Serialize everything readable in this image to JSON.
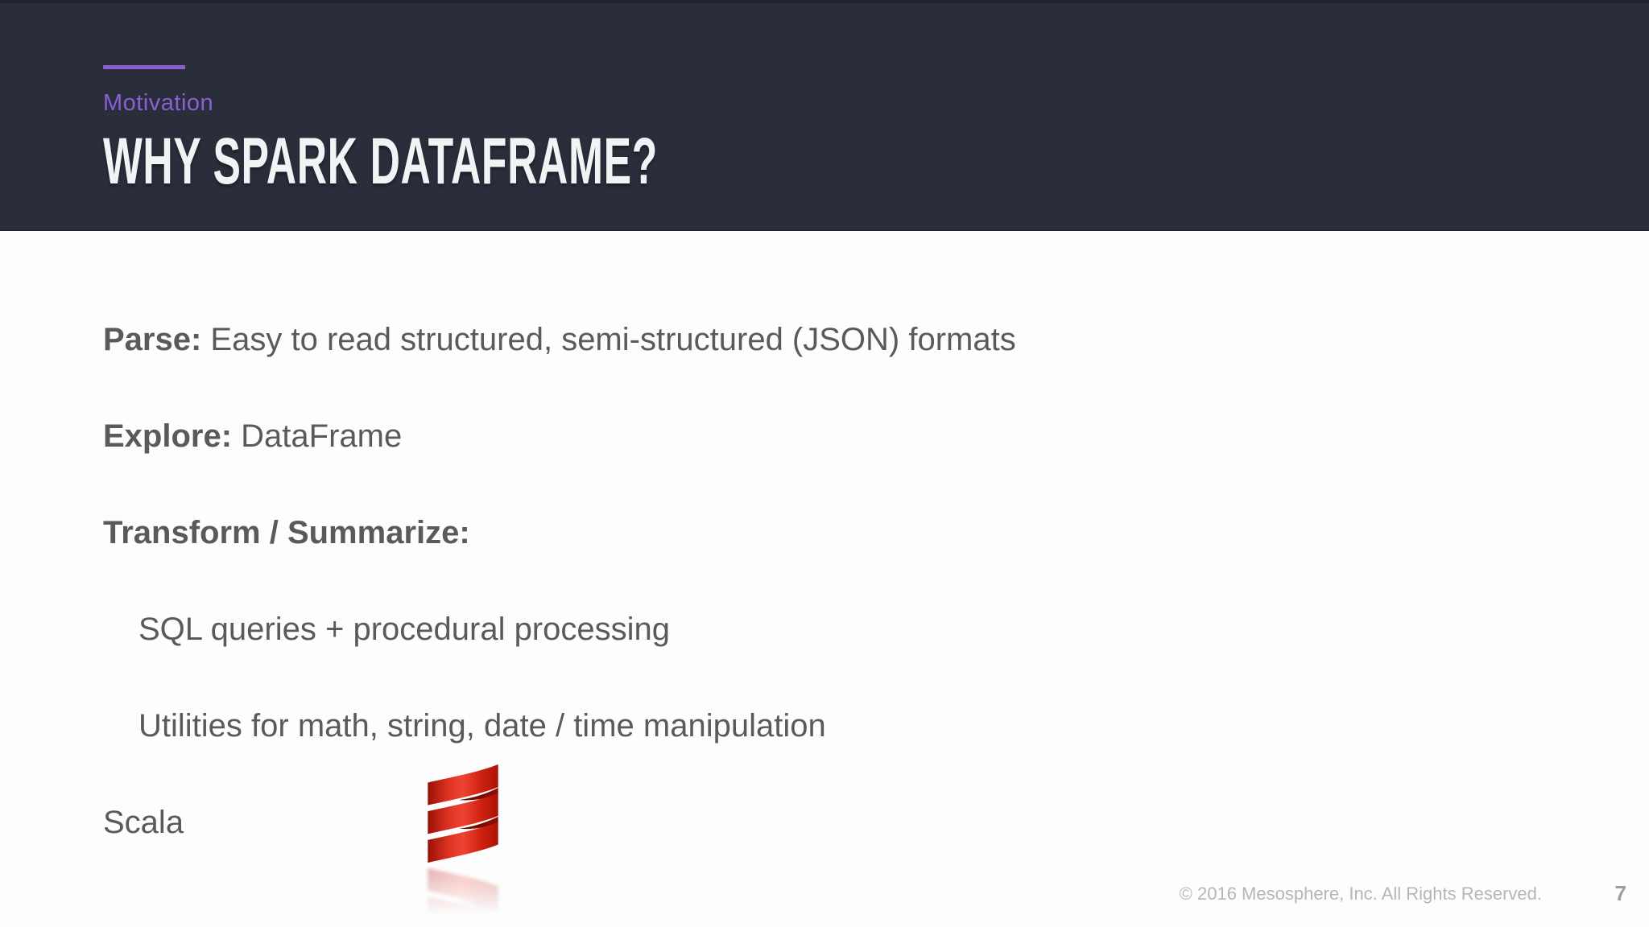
{
  "slide": {
    "kicker": "Motivation",
    "title": "WHY SPARK DATAFRAME?",
    "bullets": [
      {
        "bold": "Parse:",
        "text": " Easy to read structured, semi-structured (JSON) formats",
        "indent": 0
      },
      {
        "bold": "Explore:",
        "text": " DataFrame",
        "indent": 0
      },
      {
        "bold": "Transform / Summarize:",
        "text": "",
        "indent": 0
      },
      {
        "bold": "",
        "text": "SQL queries + procedural processing",
        "indent": 1
      },
      {
        "bold": "",
        "text": "Utilities for math, string, date / time manipulation",
        "indent": 1
      },
      {
        "bold": "",
        "text": "Scala",
        "indent": 0
      }
    ],
    "logo": {
      "icon": "scala-logo-icon"
    },
    "footer": {
      "copyright": "© 2016 Mesosphere, Inc. All Rights Reserved.",
      "page_number": "7"
    },
    "colors": {
      "header_bg": "#2a2d3a",
      "accent_purple": "#8a5fd6",
      "body_text": "#5a5a5a",
      "footer_text": "#b6b6b6",
      "scala_red": "#d02312"
    }
  }
}
